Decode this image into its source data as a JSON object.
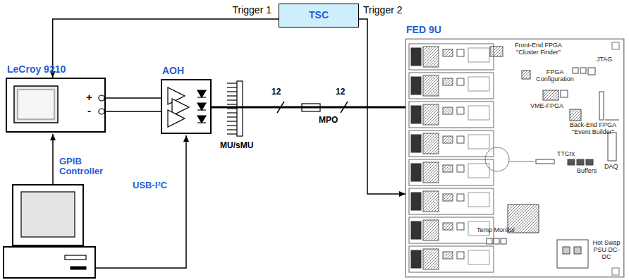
{
  "diagram": {
    "nodes": [
      {
        "text": [
          "LeCroy 9210"
        ]
      },
      {
        "text": [
          "AOH"
        ]
      },
      {
        "text": [
          "TSC"
        ]
      },
      {
        "text": [
          "FED 9U"
        ]
      }
    ],
    "edges": [
      {
        "from": 2,
        "to": 0,
        "arrow": "to",
        "label": "Trigger 1"
      },
      {
        "from": 2,
        "to": 3,
        "arrow": "to",
        "label": "Trigger 2"
      },
      {
        "from": 1,
        "to": 0,
        "arrow": "none"
      },
      {
        "from": 1,
        "to": 3,
        "arrow": "none"
      }
    ],
    "labels": [
      "+",
      "-",
      "GPIB Controller",
      "USB-I²C",
      "12",
      "12",
      "MPO",
      "MU/sMU",
      "Front-End FPGA \"Cluster Finder\"",
      "FPGA Configuration",
      "JTAG",
      "VME-FPGA",
      "Back-End FPGA \"Event Builder\"",
      "TTCrx",
      "Buffers",
      "DAQ",
      "Temp Monitor",
      "Hot Swap PSU DC-DC"
    ]
  }
}
